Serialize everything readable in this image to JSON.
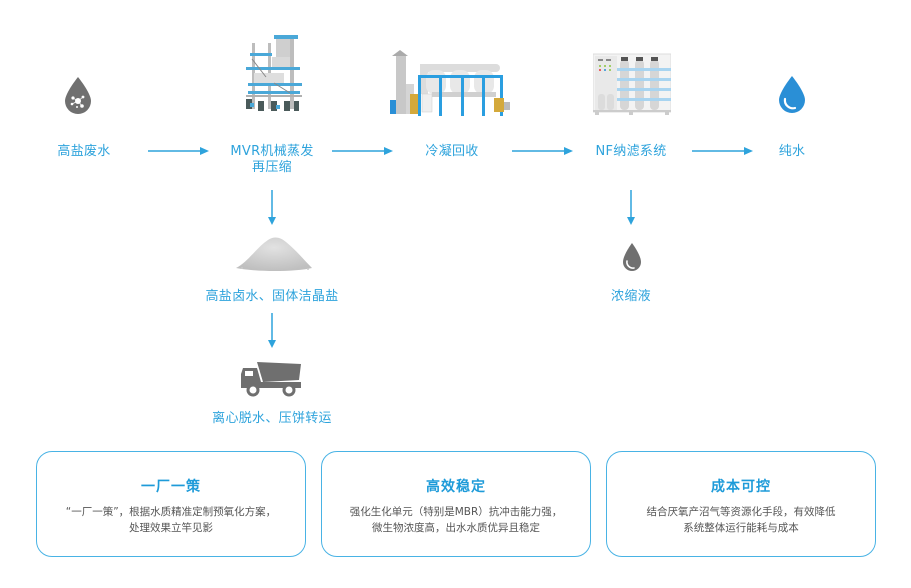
{
  "colors": {
    "accent": "#2ea3dc",
    "arrow": "#2ea3dc",
    "icon_gray": "#6f6f6f",
    "water_blue": "#2a8fd6",
    "card_border": "#49b3e5",
    "card_title": "#1e9bd9",
    "card_text": "#555555"
  },
  "flow": {
    "main_nodes": [
      {
        "id": "wastewater",
        "label": "高盐废水",
        "icon": "wastewater-drop-icon"
      },
      {
        "id": "mvr",
        "label_line1": "MVR机械蒸发",
        "label_line2": "再压缩",
        "icon": "mvr-evaporator-icon"
      },
      {
        "id": "condense",
        "label": "冷凝回收",
        "icon": "condensation-unit-icon"
      },
      {
        "id": "nf",
        "label": "NF纳滤系统",
        "icon": "nf-filtration-icon"
      },
      {
        "id": "pure-water",
        "label": "纯水",
        "icon": "pure-water-drop-icon"
      }
    ],
    "branch_nodes": [
      {
        "id": "salt",
        "label": "高盐卤水、固体洁晶盐",
        "icon": "salt-pile-icon"
      },
      {
        "id": "dewater",
        "label": "离心脱水、压饼转运",
        "icon": "dump-truck-icon"
      },
      {
        "id": "concentrate",
        "label": "浓缩液",
        "icon": "concentrate-drop-icon"
      }
    ]
  },
  "cards": [
    {
      "title": "一厂一策",
      "desc_line1": "“一厂一策”，根据水质精准定制预氧化方案，",
      "desc_line2": "处理效果立竿见影"
    },
    {
      "title": "高效稳定",
      "desc_line1": "强化生化单元（特别是MBR）抗冲击能力强，",
      "desc_line2": "微生物浓度高，出水水质优异且稳定"
    },
    {
      "title": "成本可控",
      "desc_line1": "结合厌氧产沼气等资源化手段，有效降低",
      "desc_line2": "系统整体运行能耗与成本"
    }
  ]
}
